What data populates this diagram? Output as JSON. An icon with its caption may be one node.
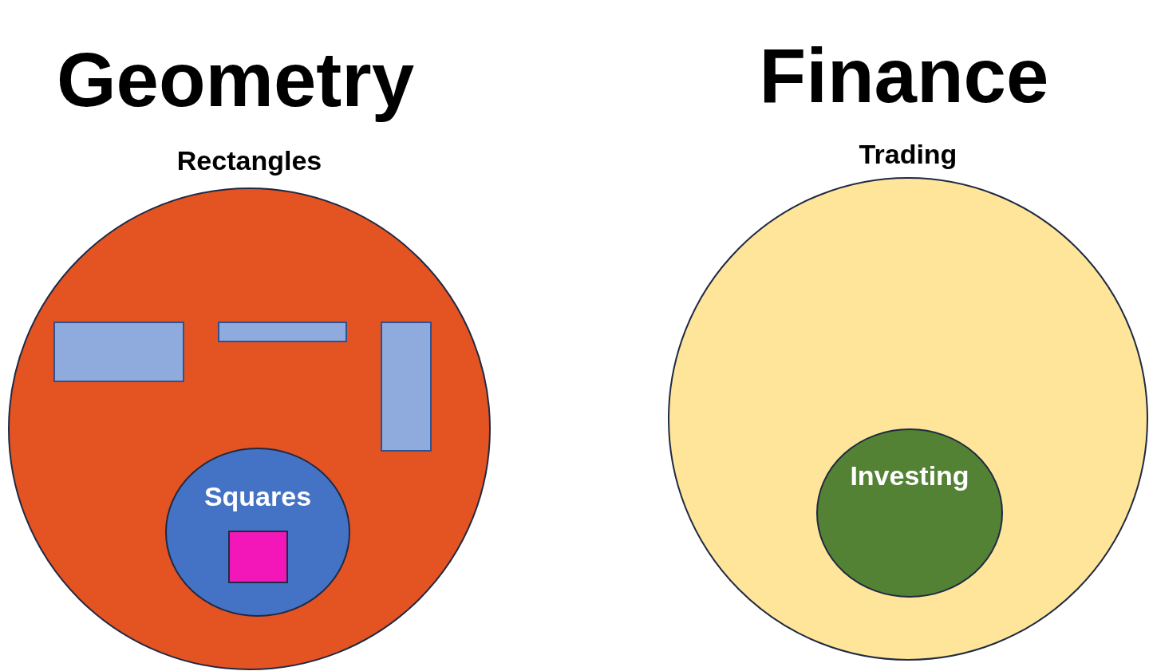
{
  "diagram": {
    "nodes": [
      {
        "text": [
          "Rectangles"
        ]
      },
      {
        "text": [],
        "shape": "box",
        "in": 0
      },
      {
        "text": [],
        "shape": "box",
        "in": 0
      },
      {
        "text": [],
        "shape": "box",
        "in": 0
      },
      {
        "text": [
          "Squares"
        ],
        "in": 0
      },
      {
        "text": [],
        "shape": "box",
        "in": 4
      },
      {
        "text": [
          "Trading"
        ]
      },
      {
        "text": [
          "Investing"
        ],
        "in": 6
      }
    ],
    "labels": [
      "Geometry",
      "Finance"
    ]
  }
}
